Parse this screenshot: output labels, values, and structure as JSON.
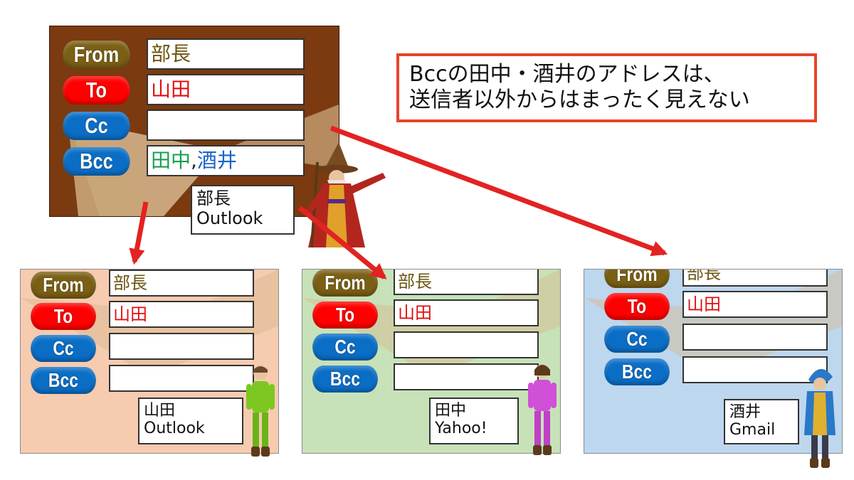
{
  "labels": {
    "from": "From",
    "to": "To",
    "cc": "Cc",
    "bcc": "Bcc"
  },
  "sender": {
    "from_value": "部長",
    "to_value": "山田",
    "cc_value": "",
    "bcc_name1": "田中",
    "bcc_sep": ",",
    "bcc_name2": "酒井",
    "client_name": "部長",
    "client_app": "Outlook"
  },
  "note": {
    "line1": "Bccの田中・酒井のアドレスは、",
    "line2": "送信者以外からはまったく見えない"
  },
  "recipients": [
    {
      "from_value": "部長",
      "to_value": "山田",
      "cc_value": "",
      "bcc_value": "",
      "client_name": "山田",
      "client_app": "Outlook"
    },
    {
      "from_value": "部長",
      "to_value": "山田",
      "cc_value": "",
      "bcc_value": "",
      "client_name": "田中",
      "client_app": "Yahoo!"
    },
    {
      "from_value": "部長",
      "to_value": "山田",
      "cc_value": "",
      "bcc_value": "",
      "client_name": "酒井",
      "client_app": "Gmail"
    }
  ],
  "colors": {
    "sender_bg": "#7b3a10",
    "recipient1_bg": "#f6cbb0",
    "recipient2_bg": "#c7e2b9",
    "recipient3_bg": "#bdd7ee",
    "arrow": "#e32222",
    "note_border": "#e8442a",
    "pill_from": "#7a5f14",
    "pill_to": "#fe0000",
    "pill_cc": "#0b6ec6"
  }
}
